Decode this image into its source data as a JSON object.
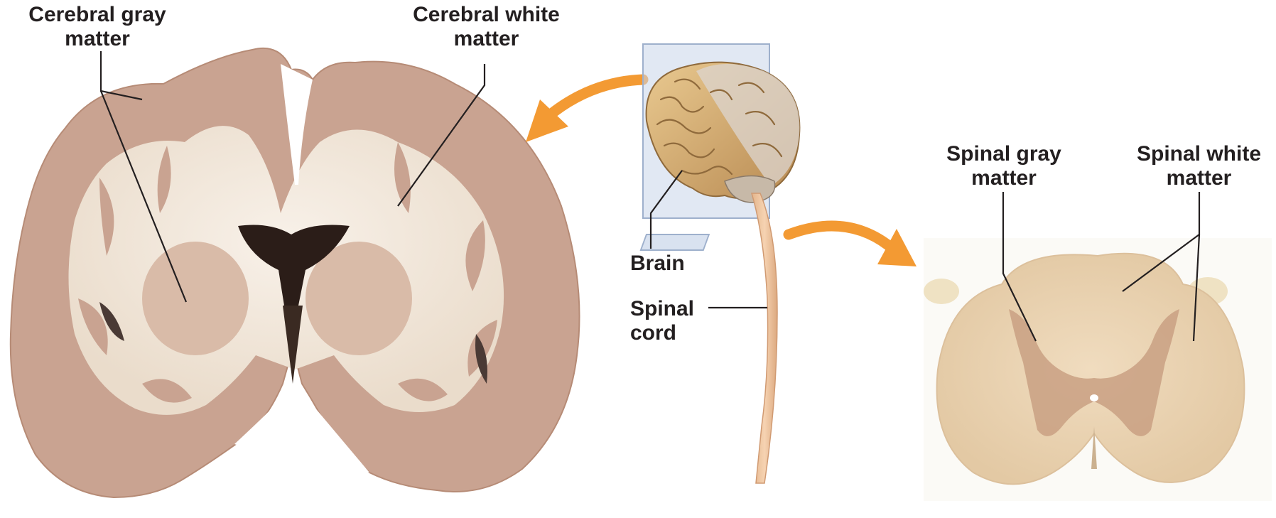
{
  "labels": {
    "cerebral_gray": {
      "line1": "Cerebral gray",
      "line2": "matter"
    },
    "cerebral_white": {
      "line1": "Cerebral white",
      "line2": "matter"
    },
    "spinal_gray": {
      "line1": "Spinal gray",
      "line2": "matter"
    },
    "spinal_white": {
      "line1": "Spinal white",
      "line2": "matter"
    },
    "brain": "Brain",
    "spinal_cord": {
      "line1": "Spinal",
      "line2": "cord"
    }
  },
  "colors": {
    "arrow": "#f39a33",
    "leader_line": "#231f20",
    "cerebral_gray": "#caa391",
    "cerebral_white": "#efe3d6",
    "spinal_white": "#ead3b1",
    "spinal_gray": "#caa182",
    "cord": "#efc49f",
    "section_plane": "#c9d6ea"
  }
}
